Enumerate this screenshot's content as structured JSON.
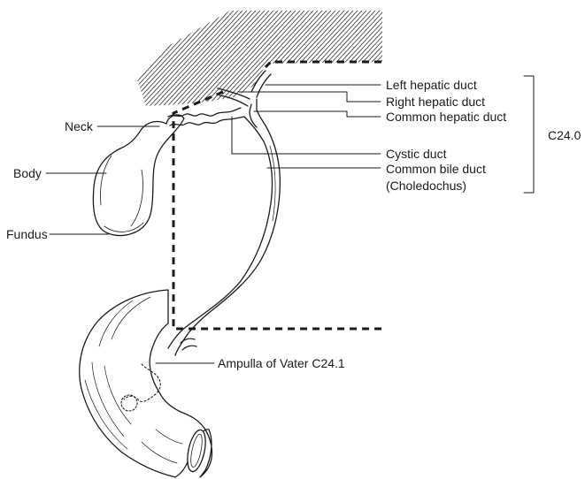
{
  "labels": {
    "neck": "Neck",
    "body": "Body",
    "fundus": "Fundus",
    "left_hepatic_duct": "Left hepatic duct",
    "right_hepatic_duct": "Right hepatic duct",
    "common_hepatic_duct": "Common hepatic duct",
    "cystic_duct": "Cystic duct",
    "common_bile_duct": "Common bile duct",
    "choledochus": "(Choledochus)",
    "ampulla": "Ampulla of Vater C24.1",
    "code_c240": "C24.0"
  }
}
